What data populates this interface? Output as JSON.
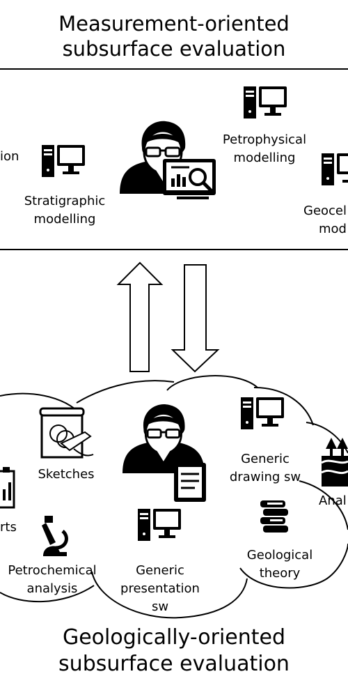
{
  "titles": {
    "top_line1": "Measurement-oriented",
    "top_line2": "subsurface evaluation",
    "bottom_line1": "Geologically-oriented",
    "bottom_line2": "subsurface evaluation"
  },
  "top_panel": {
    "labels": {
      "cut_left": "ion",
      "stratigraphic_1": "Stratigraphic",
      "stratigraphic_2": "modelling",
      "petrophysical_1": "Petrophysical",
      "petrophysical_2": "modelling",
      "geocel_1": "Geocel",
      "geocel_2": "mod"
    }
  },
  "cloud": {
    "labels": {
      "sketches": "Sketches",
      "reports_cut": "rts",
      "petrochemical_1": "Petrochemical",
      "petrochemical_2": "analysis",
      "generic_presentation_1": "Generic",
      "generic_presentation_2": "presentation",
      "generic_presentation_3": "sw",
      "generic_drawing_1": "Generic",
      "generic_drawing_2": "drawing sw",
      "geological_1": "Geological",
      "geological_2": "theory",
      "analysis_cut": "Anal"
    }
  },
  "icons": [
    "computer-icon",
    "analyst-icon",
    "microscope-icon",
    "books-icon",
    "sketch-icon",
    "report-icon",
    "geology-icon",
    "arrow-up-icon",
    "arrow-down-icon"
  ]
}
